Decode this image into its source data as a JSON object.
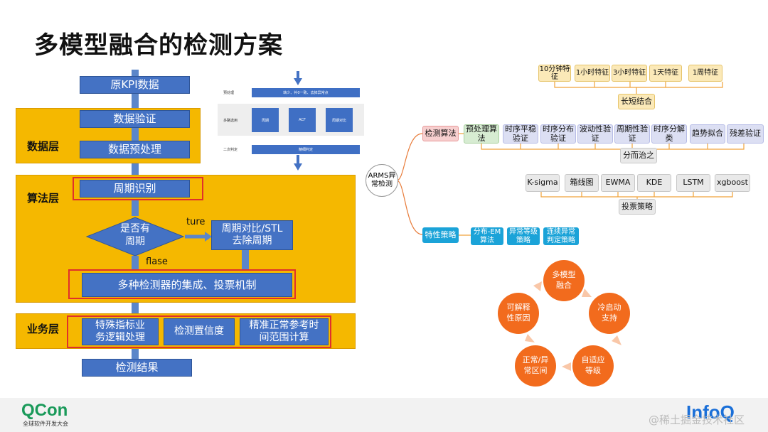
{
  "title": "多模型融合的检测方案",
  "flow": {
    "input": "原KPI数据",
    "data_layer": "数据层",
    "validate": "数据验证",
    "preprocess": "数据预处理",
    "algo_layer": "算法层",
    "period_detect": "周期识别",
    "is_periodic": "是否有\n周期",
    "yes_label": "ture",
    "no_label": "flase",
    "period_compare": "周期对比/STL\n去除周期",
    "ensemble": "多种检测器的集成、投票机制",
    "biz_layer": "业务层",
    "special": "特殊指标业\n务逻辑处理",
    "confidence": "检测置信度",
    "range_calc": "精准正常参考时\n间范围计算",
    "result": "检测结果"
  },
  "thumbnail": {
    "row1_label": "预处理",
    "row1_text": "缺少、补0一致、去掉异常点",
    "row2_label": "多路选用",
    "row2_boxes": [
      "周期",
      "ACF",
      "周期对比"
    ],
    "row3_label": "二次判定",
    "row3_text": "精细判定"
  },
  "mindmap": {
    "root": "ARMS异\n常检测",
    "feature_windows": [
      "10分钟特\n征",
      "1小时特征",
      "3小时特征",
      "1天特征",
      "1周特征"
    ],
    "long_short": "长短结合",
    "branch1": "检测算法",
    "algos": [
      "预处理算\n法",
      "时序平稳\n验证",
      "时序分布\n验证",
      "波动性验\n证",
      "周期性验\n证",
      "时序分解\n类",
      "趋势拟合",
      "残差验证"
    ],
    "divide": "分而治之",
    "models": [
      "K-sigma",
      "箱线图",
      "EWMA",
      "KDE",
      "LSTM",
      "xgboost"
    ],
    "vote": "投票策略",
    "branch2": "特性策略",
    "strategies": [
      "分布-EM\n算法",
      "异常等级\n策略",
      "连续异常\n判定策略"
    ]
  },
  "cycle": [
    "多模型\n融合",
    "冷启动\n支持",
    "自适应\n等级",
    "正常/异\n常区间",
    "可解释\n性原因"
  ],
  "footer": {
    "qcon_logo": "QCon",
    "qcon_sub": "全球软件开发大会",
    "infoq_logo": "InfoQ",
    "watermark": "@稀土掘金技术社区"
  },
  "colors": {
    "layer": "#f5b800",
    "box": "#4472c4",
    "frame": "#e0302b",
    "cycle": "#f26b1d",
    "accent": "#1ba3d8"
  }
}
